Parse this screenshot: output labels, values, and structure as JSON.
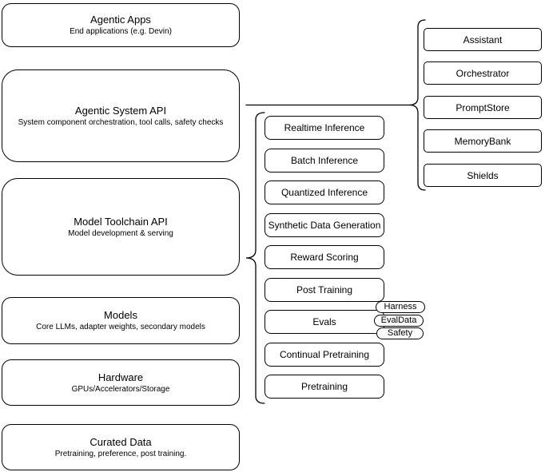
{
  "diagram": {
    "colors": {
      "background": "#ffffff",
      "stroke": "#000000",
      "fill": "#ffffff",
      "text": "#000000"
    },
    "stack": [
      {
        "title": "Agentic Apps",
        "subtitle": "End applications (e.g. Devin)"
      },
      {
        "title": "Agentic System API",
        "subtitle": "System component orchestration, tool calls, safety checks"
      },
      {
        "title": "Model Toolchain API",
        "subtitle": "Model development & serving"
      },
      {
        "title": "Models",
        "subtitle": "Core LLMs, adapter weights, secondary models"
      },
      {
        "title": "Hardware",
        "subtitle": "GPUs/Accelerators/Storage"
      },
      {
        "title": "Curated Data",
        "subtitle": "Pretraining, preference, post training."
      }
    ],
    "toolchain": [
      "Realtime Inference",
      "Batch Inference",
      "Quantized Inference",
      "Synthetic Data Generation",
      "Reward Scoring",
      "Post Training",
      "Evals",
      "Continual Pretraining",
      "Pretraining"
    ],
    "eval_tags": [
      "Harness",
      "EvalData",
      "Safety"
    ],
    "system_components": [
      "Assistant",
      "Orchestrator",
      "PromptStore",
      "MemoryBank",
      "Shields"
    ]
  }
}
